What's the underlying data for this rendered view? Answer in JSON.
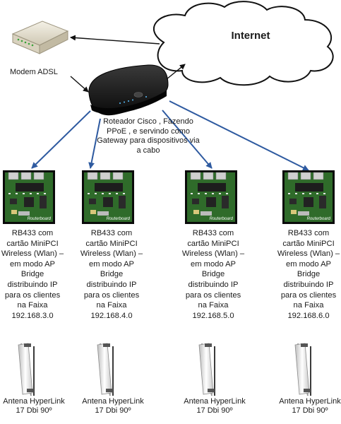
{
  "internet": {
    "label": "Internet"
  },
  "modem": {
    "label": "Modem ADSL"
  },
  "router": {
    "label": "Roteador Cisco , Fazendo PPoE , e servindo como Gateway para dispositivos via a cabo"
  },
  "boards": [
    {
      "brand": "Routerboard",
      "caption": "RB433 com cartão MiniPCI Wireless (Wlan) – em modo AP Bridge distribuindo IP para os clientes na Faixa 192.168.3.0"
    },
    {
      "brand": "Routerboard",
      "caption": "RB433 com cartão MiniPCI Wireless (Wlan) – em modo AP Bridge distribuindo IP para os clientes na Faixa 192.168.4.0"
    },
    {
      "brand": "Routerboard",
      "caption": "RB433 com cartão MiniPCI Wireless (Wlan) – em modo AP Bridge distribuindo IP para os clientes na Faixa 192.168.5.0"
    },
    {
      "brand": "Routerboard",
      "caption": "RB433 com cartão MiniPCI Wireless (Wlan) – em modo AP Bridge distribuindo IP para os clientes na Faixa 192.168.6.0"
    }
  ],
  "antennas": [
    {
      "caption": "Antena HyperLink 17 Dbi 90º"
    },
    {
      "caption": "Antena HyperLink 17 Dbi 90º"
    },
    {
      "caption": "Antena HyperLink 17 Dbi 90º"
    },
    {
      "caption": "Antena HyperLink 17 Dbi 90º"
    }
  ],
  "colors": {
    "link_arrow": "#2e5aa0",
    "black_arrow": "#111111",
    "board_green": "#2f6b2a"
  }
}
